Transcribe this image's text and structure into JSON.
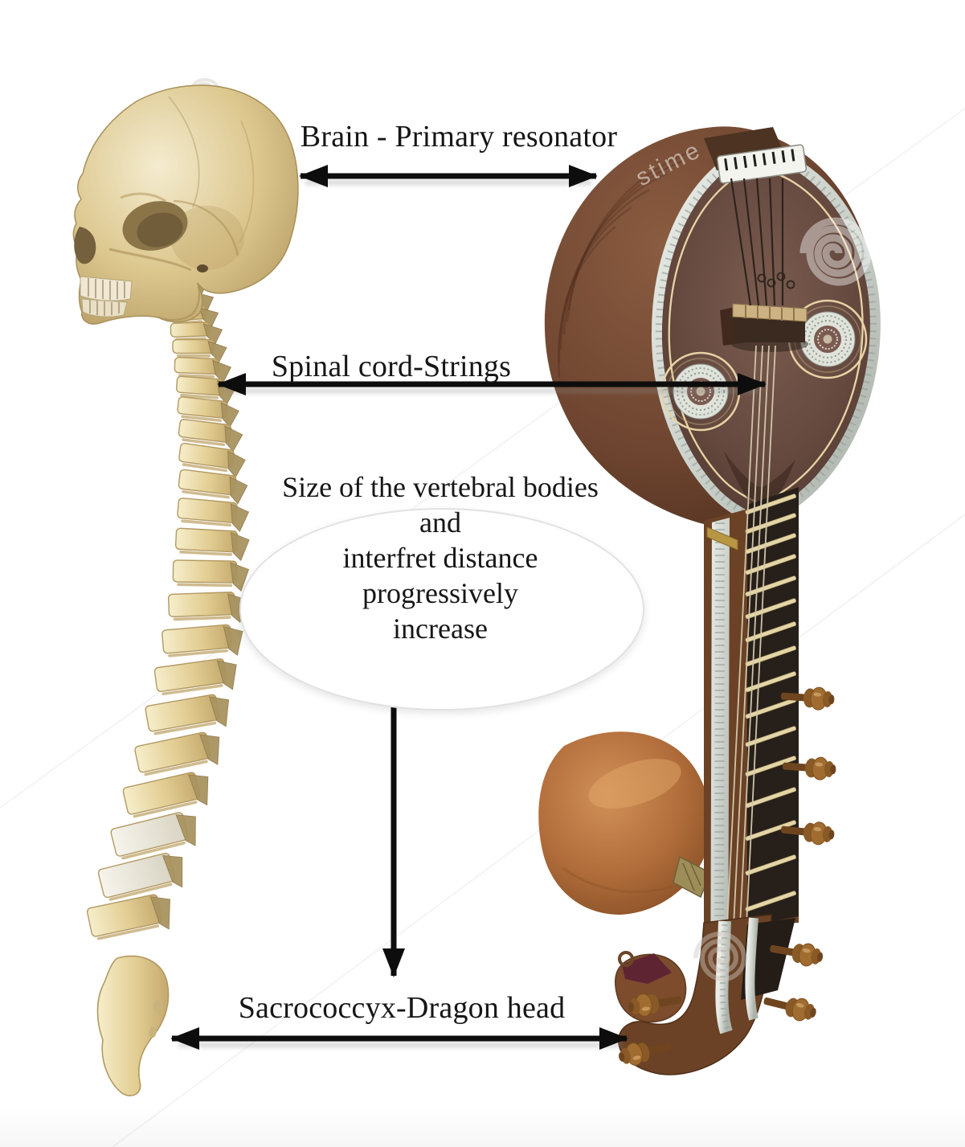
{
  "labels": {
    "brain": "Brain - Primary resonator",
    "spinal_cord": "Spinal cord-Strings",
    "sacrococcyx": "Sacrococcyx-Dragon head",
    "bubble": {
      "lines": [
        "Size of the vertebral bodies",
        "and",
        "interfret distance",
        "progressively",
        "increase"
      ]
    }
  },
  "watermark": {
    "text": "stime"
  },
  "colors": {
    "arrow": "#0d0d0d",
    "label_text": "#161616",
    "bubble_fill": "#ffffff",
    "bubble_border": "#e2e2e2",
    "bone": "#d9c287",
    "veena_bowl": "#6e4530",
    "veena_face": "#64483e",
    "veena_trim": "#cdd3cc",
    "gourd": "#b06c3a"
  }
}
